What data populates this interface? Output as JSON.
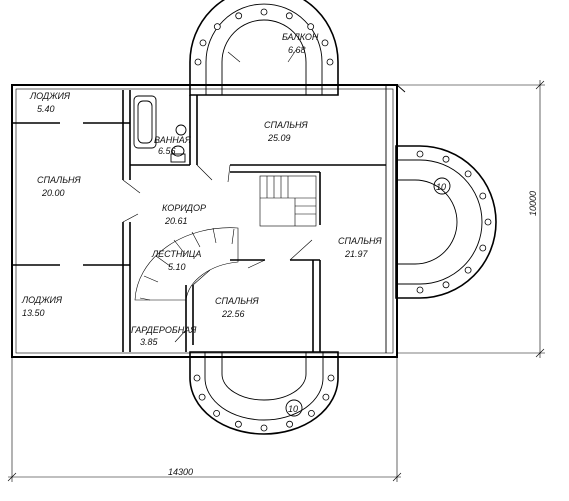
{
  "rooms": {
    "loggia_top": {
      "name": "ЛОДЖИЯ",
      "area": "5.40"
    },
    "bathroom": {
      "name": "ВАННАЯ",
      "area": "6.56"
    },
    "balcony": {
      "name": "БАЛКОН",
      "area": "6.68"
    },
    "bedroom_top": {
      "name": "СПАЛЬНЯ",
      "area": "25.09"
    },
    "bedroom_left": {
      "name": "СПАЛЬНЯ",
      "area": "20.00"
    },
    "corridor": {
      "name": "КОРИДОР",
      "area": "20.61"
    },
    "bedroom_right": {
      "name": "СПАЛЬНЯ",
      "area": "21.97"
    },
    "stair": {
      "name": "ЛЕСТНИЦА",
      "area": "5.10"
    },
    "loggia_bottom": {
      "name": "ЛОДЖИЯ",
      "area": "13.50"
    },
    "bedroom_bottom": {
      "name": "СПАЛЬНЯ",
      "area": "22.56"
    },
    "wardrobe": {
      "name": "ГАРДЕРОБНАЯ",
      "area": "3.85"
    }
  },
  "markers": {
    "right_bay": "10",
    "bottom_bay": "10"
  },
  "dimensions": {
    "width": "14300",
    "height": "10000"
  }
}
